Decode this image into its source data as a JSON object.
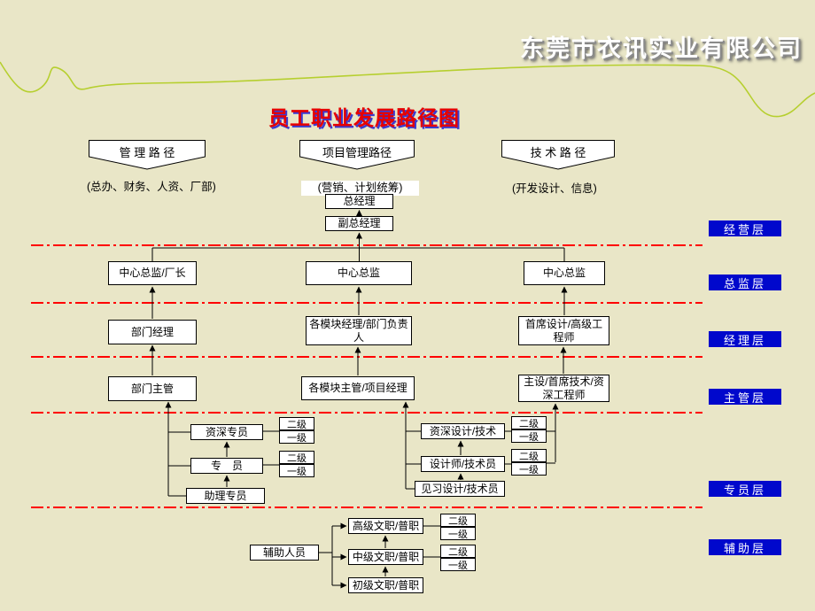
{
  "company": "东莞市衣讯实业有限公司",
  "title": "员工职业发展路径图",
  "paths": [
    {
      "label": "管 理 路 径",
      "sub": "(总办、财务、人资、厂部)"
    },
    {
      "label": "项目管理路径",
      "sub": "(营销、计划统筹)"
    },
    {
      "label": "技 术 路 径",
      "sub": "(开发设计、信息)"
    }
  ],
  "layers": [
    "经营层",
    "总监层",
    "经理层",
    "主管层",
    "专员层",
    "辅助层"
  ],
  "boxes": {
    "general_manager": "总经理",
    "deputy_general_manager": "副总经理",
    "center_director_mgmt": "中心总监/厂长",
    "center_director_proj": "中心总监",
    "center_director_tech": "中心总监",
    "dept_manager": "部门经理",
    "module_manager": "各模块经理/部门负责人",
    "chief_designer": "首席设计/高级工程师",
    "dept_supervisor": "部门主管",
    "module_supervisor": "各模块主管/项目经理",
    "lead_engineer": "主设/首席技术/资深工程师",
    "senior_specialist": "资深专员",
    "specialist": "专　员",
    "assistant_specialist": "助理专员",
    "senior_designer": "资深设计/技术",
    "designer": "设计师/技术员",
    "trainee_designer": "见习设计/技术员",
    "aux_staff": "辅助人员",
    "senior_clerk": "高级文职/普职",
    "mid_clerk": "中级文职/普职",
    "junior_clerk": "初级文职/普职"
  },
  "grades": {
    "second": "二级",
    "first": "一级"
  },
  "colors": {
    "background": "#e9e6c7",
    "divider": "#ff0000",
    "layer_badge": "#0008cc",
    "title_text": "#e60000",
    "title_shadow": "#3b3bd0",
    "curve": "#b6cf2f",
    "box_border": "#000000",
    "box_fill": "#ffffff"
  }
}
